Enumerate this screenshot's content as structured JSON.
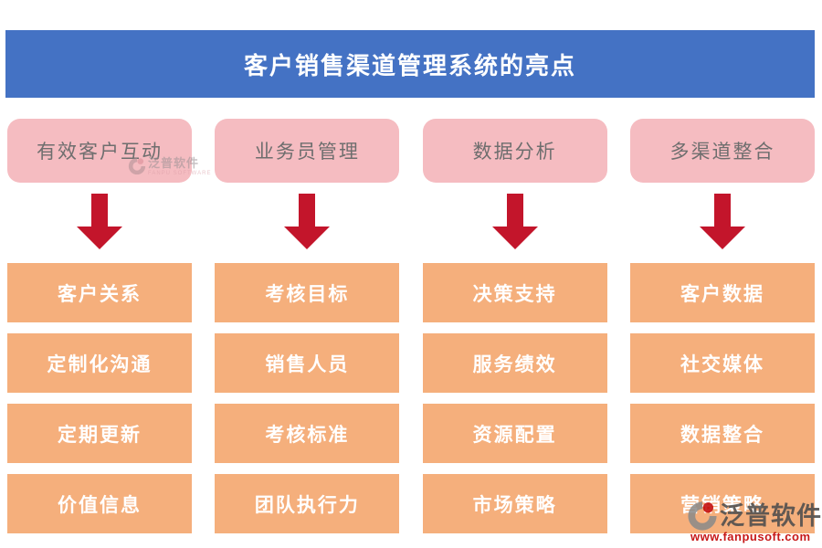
{
  "header": {
    "title": "客户销售渠道管理系统的亮点"
  },
  "columns": [
    {
      "title": "有效客户互动",
      "items": [
        "客户关系",
        "定制化沟通",
        "定期更新",
        "价值信息"
      ]
    },
    {
      "title": "业务员管理",
      "items": [
        "考核目标",
        "销售人员",
        "考核标准",
        "团队执行力"
      ]
    },
    {
      "title": "数据分析",
      "items": [
        "决策支持",
        "服务绩效",
        "资源配置",
        "市场策略"
      ]
    },
    {
      "title": "多渠道整合",
      "items": [
        "客户数据",
        "社交媒体",
        "数据整合",
        "营销策略"
      ]
    }
  ],
  "watermarks": {
    "inline_badge": {
      "name": "泛普软件",
      "subtitle": "FANPU SOFTWARE"
    },
    "footer_badge": {
      "name": "泛普软件",
      "url": "www.fanpusoft.com"
    }
  },
  "icons": {
    "down_arrow": "down-arrow-icon",
    "logo": "fanpu-logo-icon"
  },
  "colors": {
    "header_bg": "#4472c4",
    "header_text": "#ffffff",
    "category_bg": "#f5bcc1",
    "category_text": "#6e6e6e",
    "arrow": "#c3152b",
    "item_bg": "#f5af7c",
    "item_text": "#ffffff",
    "footer_url": "#c00000"
  }
}
